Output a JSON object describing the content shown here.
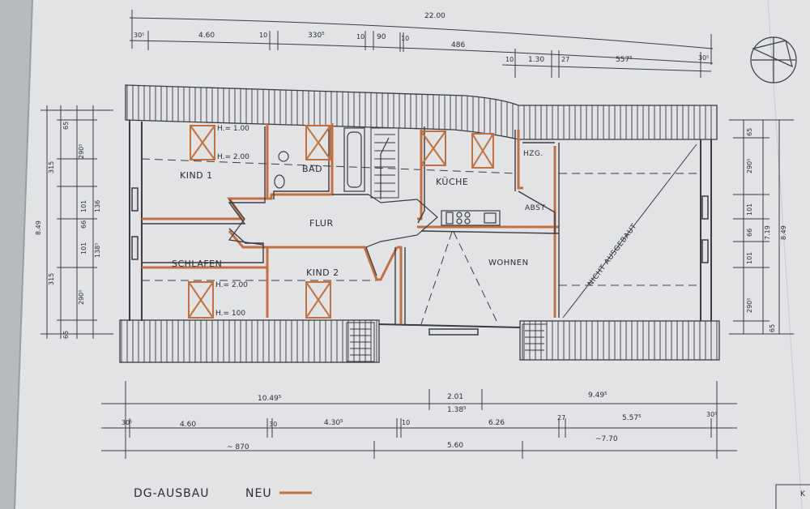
{
  "drawing": {
    "title": "DG-AUSBAU",
    "legend_label": "NEU",
    "colors": {
      "paper": "#e2e4e6",
      "line": "#3a3c42",
      "new_wall": "#c2703f"
    }
  },
  "rooms": {
    "kind1": "KIND 1",
    "bad": "BAD",
    "kueche": "KÜCHE",
    "hzg": "HZG.",
    "flur": "FLUR",
    "abst": "ABST",
    "schlafen": "SCHLAFEN",
    "kind2": "KIND 2",
    "wohnen": "WOHNEN",
    "nicht_ausgebaut": "NICHT AUSGEBAUT"
  },
  "window_heights": {
    "kind1_top": "H.= 1.00",
    "kind1_bottom": "H.= 2.00",
    "schlafen_top": "H.= 2.00",
    "schlafen_bottom": "H.= 100"
  },
  "top_dims": {
    "total": "22.00",
    "segments": [
      "30⁵",
      "4.60",
      "10",
      "330⁵",
      "10",
      "90",
      "10",
      "486",
      "10",
      "1.30",
      "27",
      "557⁵",
      "30⁵"
    ]
  },
  "bottom_dims": {
    "row1": [
      "10.49⁵",
      "2.01",
      "1.38⁵",
      "9.49⁵"
    ],
    "row2": [
      "30⁵",
      "4.60",
      "30",
      "4.30⁵",
      "10",
      "6.26",
      "27",
      "5.57⁵",
      "30⁵"
    ],
    "row3": [
      "~ 870",
      "5.60",
      "~7.70"
    ]
  },
  "left_dims": {
    "total": "8.49",
    "outer": [
      "65",
      "290⁵",
      "136",
      "138⁵",
      "290⁵",
      "65"
    ],
    "inner": [
      "315",
      "101",
      "66",
      "101",
      "315"
    ]
  },
  "right_dims": {
    "total": "8.49",
    "sub": "7.19",
    "inner": [
      "65",
      "290⁵",
      "101",
      "66",
      "101",
      "290⁵",
      "65"
    ]
  },
  "corner_label": "K"
}
